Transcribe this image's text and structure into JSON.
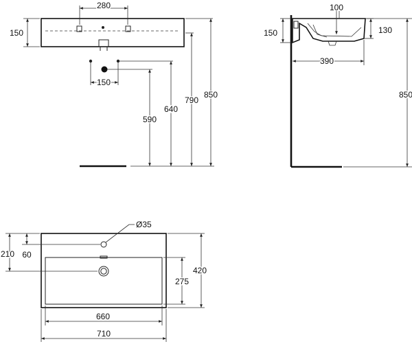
{
  "diagram": {
    "front_view": {
      "tap_spacing": "280",
      "rim_height": "150",
      "waste_spacing": "150",
      "waste_height": "590",
      "supply_height": "640",
      "top_height": "790",
      "overall_height": "850"
    },
    "side_view": {
      "tap_offset": "100",
      "rim_height": "150",
      "bowl_depth": "130",
      "projection": "390",
      "overall_height": "850"
    },
    "plan_view": {
      "tap_hole_diameter": "Ø35",
      "tap_hole_offset": "60",
      "waste_offset": "210",
      "bowl_depth": "275",
      "overall_depth": "420",
      "bowl_width": "660",
      "overall_width": "710"
    }
  }
}
